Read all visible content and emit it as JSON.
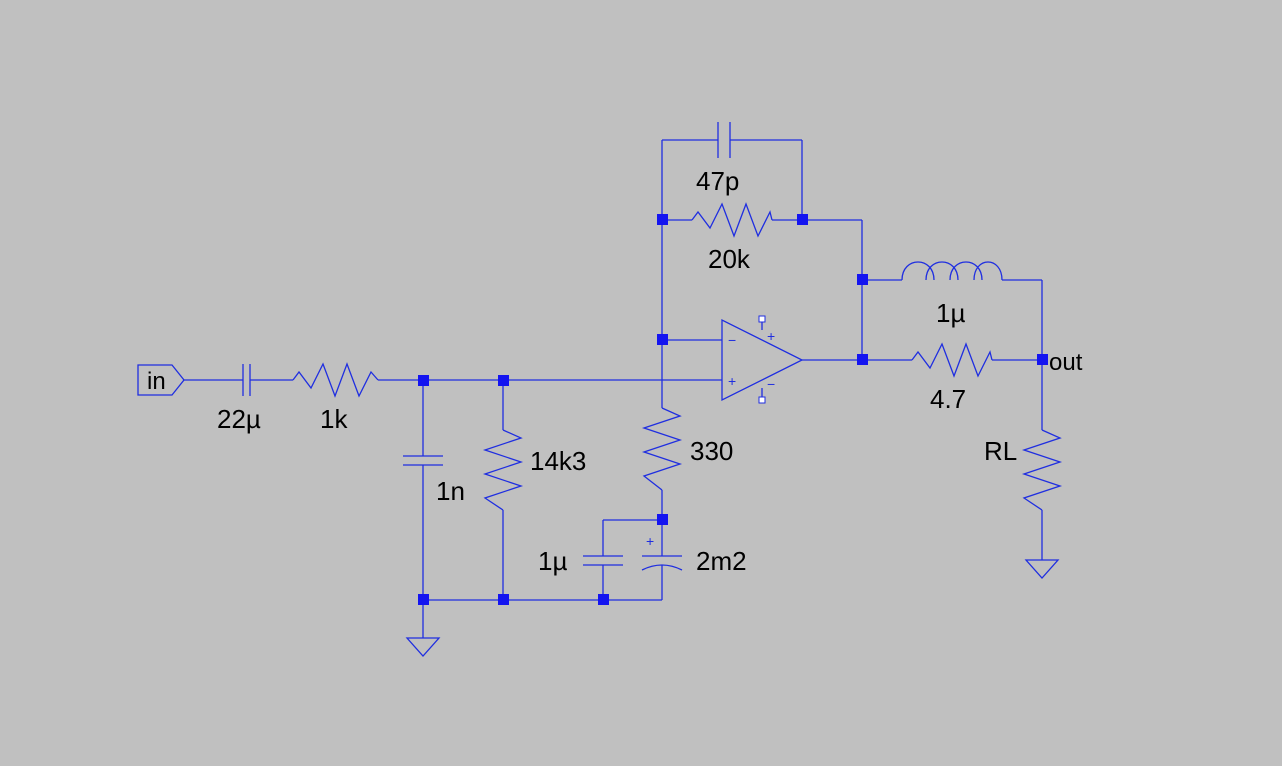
{
  "ports": {
    "input": "in",
    "output": "out"
  },
  "components": {
    "c_in": "22µ",
    "r_in": "1k",
    "c_shunt": "1n",
    "r_bias": "14k3",
    "r_fb_ground": "330",
    "c_small": "1µ",
    "c_electrolytic": "2m2",
    "c_feedback": "47p",
    "r_feedback": "20k",
    "l_out": "1µ",
    "r_out": "4.7",
    "r_load": "RL"
  },
  "opamp": {
    "inv_sign": "−",
    "noninv_sign": "+",
    "supply_pos": "+",
    "supply_neg": "−"
  },
  "colors": {
    "background": "#c0c0c0",
    "wire": "#1f2ee0",
    "junction": "#1414f0",
    "label": "#000000"
  }
}
